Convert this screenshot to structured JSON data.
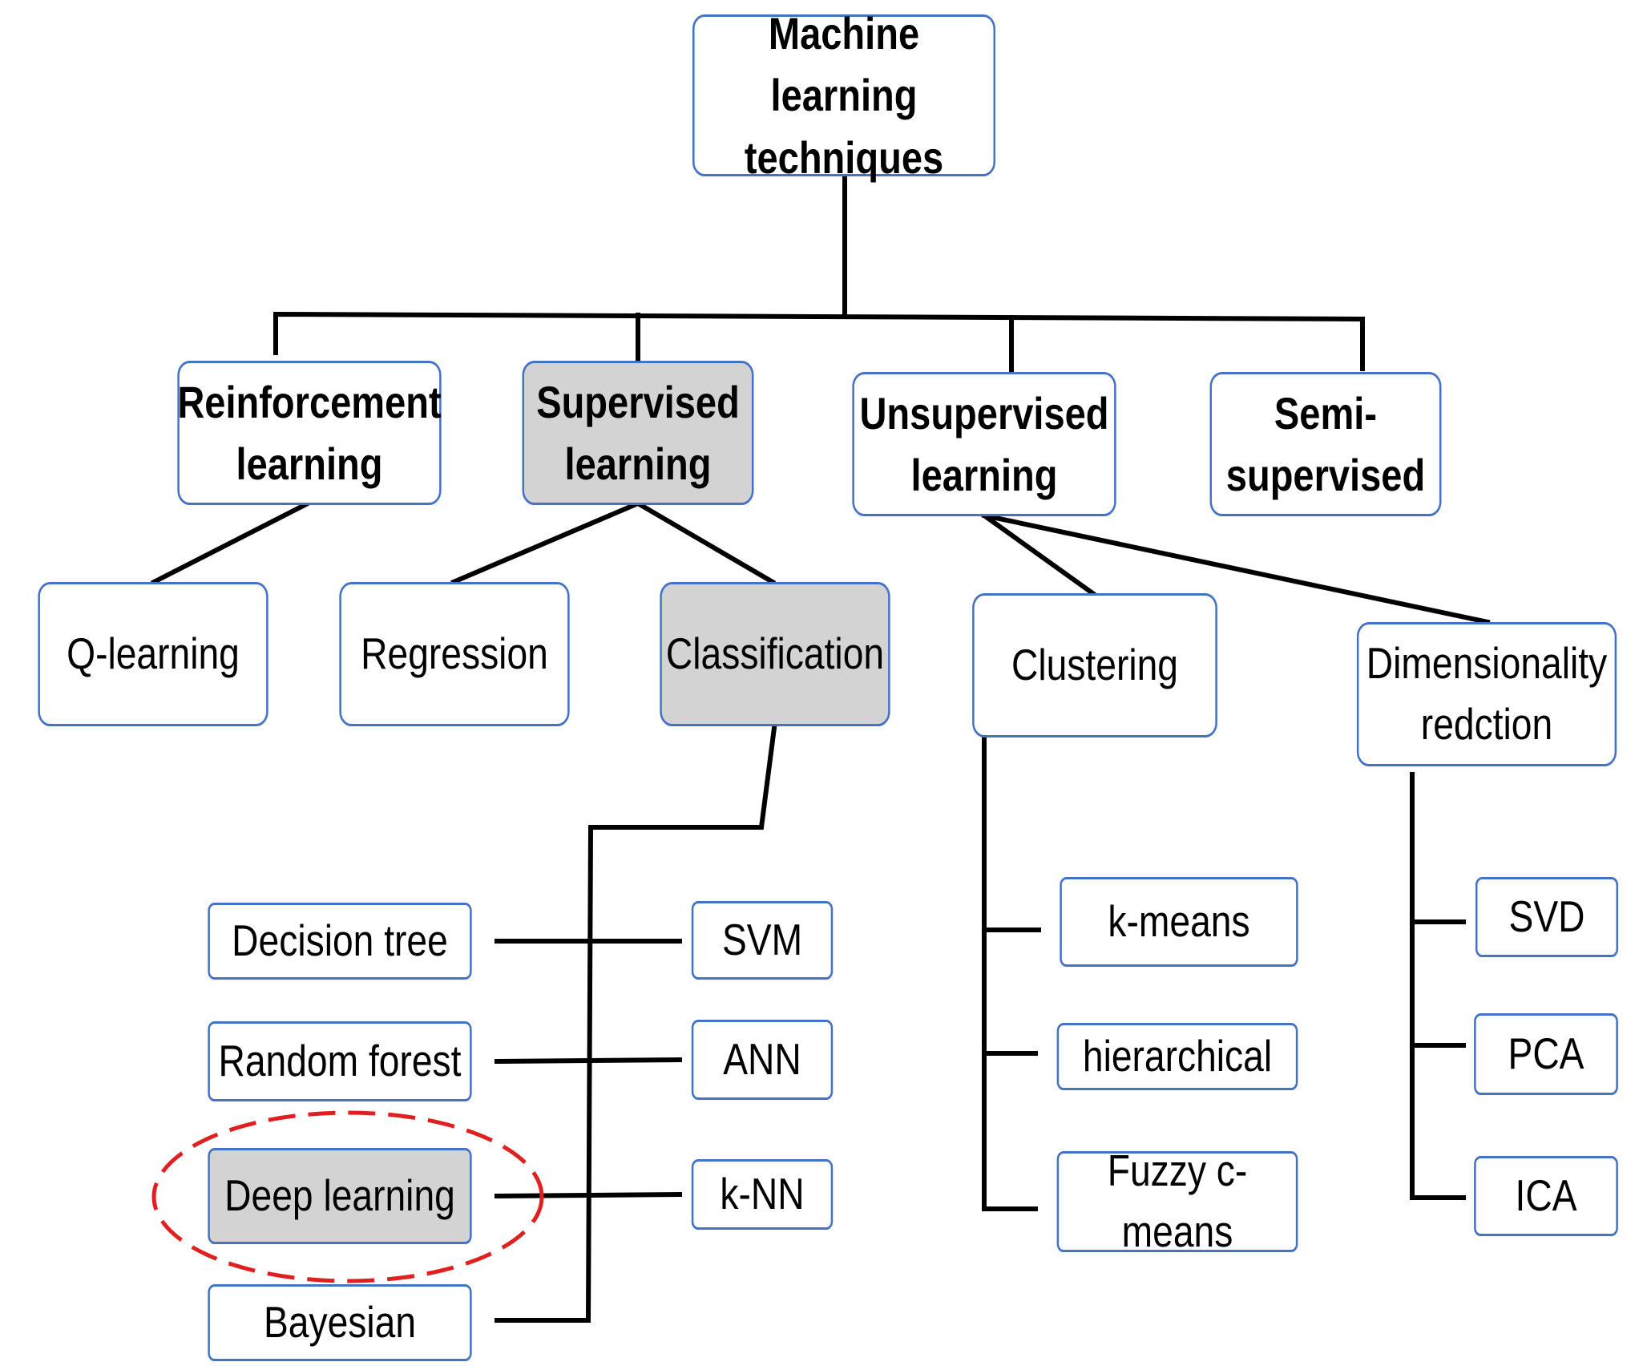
{
  "diagram": {
    "root": {
      "label": "Machine learning\ntechniques"
    },
    "categories": {
      "reinforcement": {
        "label": "Reinforcement\nlearning"
      },
      "supervised": {
        "label": "Supervised\nlearning",
        "highlighted": true
      },
      "unsupervised": {
        "label": "Unsupervised\nlearning"
      },
      "semi": {
        "label": "Semi-\nsupervised"
      }
    },
    "subcategories": {
      "q_learning": {
        "label": "Q-learning"
      },
      "regression": {
        "label": "Regression"
      },
      "classification": {
        "label": "Classification",
        "highlighted": true
      },
      "clustering": {
        "label": "Clustering"
      },
      "dimensionality": {
        "label": "Dimensionality\nredction"
      }
    },
    "classification_methods": {
      "decision_tree": {
        "label": "Decision tree"
      },
      "random_forest": {
        "label": "Random forest"
      },
      "deep_learning": {
        "label": "Deep learning",
        "highlighted": true,
        "circled": true
      },
      "bayesian": {
        "label": "Bayesian"
      },
      "svm": {
        "label": "SVM"
      },
      "ann": {
        "label": "ANN"
      },
      "knn": {
        "label": "k-NN"
      }
    },
    "clustering_methods": {
      "kmeans": {
        "label": "k-means"
      },
      "hierarchical": {
        "label": "hierarchical"
      },
      "fuzzy": {
        "label": "Fuzzy c-means"
      }
    },
    "dimensionality_methods": {
      "svd": {
        "label": "SVD"
      },
      "pca": {
        "label": "PCA"
      },
      "ica": {
        "label": "ICA"
      }
    },
    "colors": {
      "box_border": "#4472c4",
      "highlight_fill": "#d3d3d3",
      "connector": "#000000",
      "circle": "#e02020"
    }
  }
}
